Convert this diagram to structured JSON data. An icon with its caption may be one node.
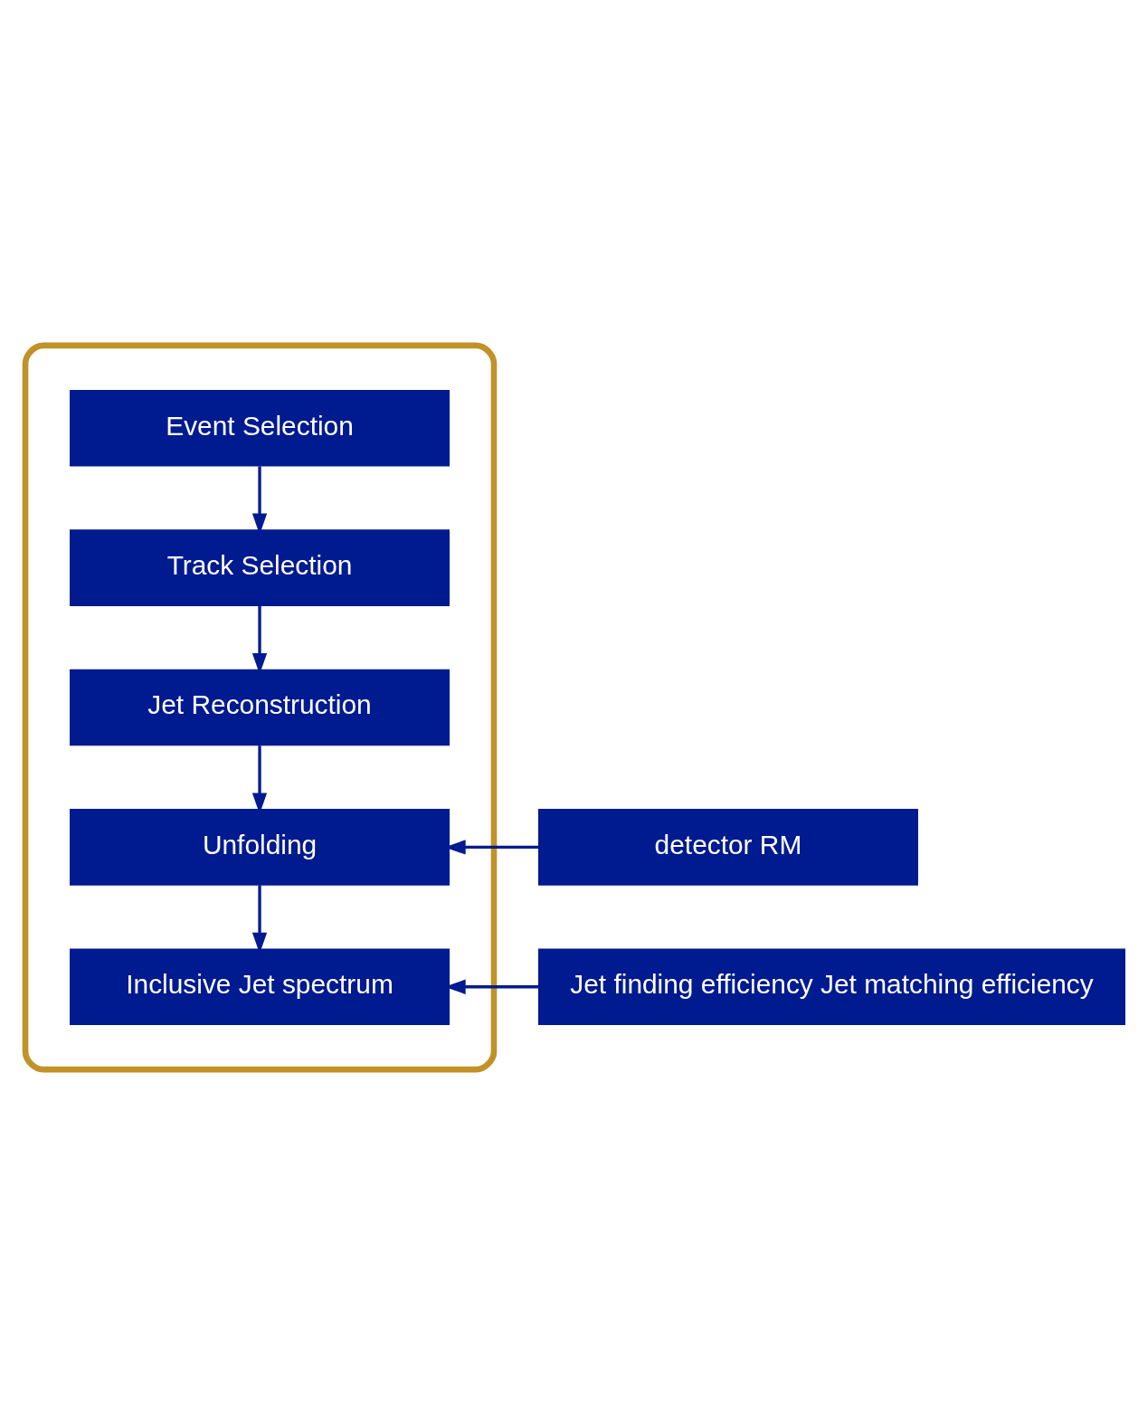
{
  "diagram": {
    "nodes": [
      {
        "text": [],
        "shape": "box"
      },
      {
        "text": [
          "Event Selection"
        ],
        "in": 0
      },
      {
        "text": [
          "Track Selection"
        ],
        "in": 0
      },
      {
        "text": [
          "Jet Reconstruction"
        ],
        "in": 0
      },
      {
        "text": [
          "Unfolding"
        ],
        "in": 0
      },
      {
        "text": [
          "Inclusive Jet spectrum"
        ],
        "in": 0
      },
      {
        "text": [
          "detector RM"
        ]
      },
      {
        "text": [
          "Jet finding efficiency Jet matching efficiency"
        ]
      }
    ],
    "edges": [
      {
        "from": 1,
        "to": 2,
        "arrow": "to"
      },
      {
        "from": 2,
        "to": 3,
        "arrow": "to"
      },
      {
        "from": 3,
        "to": 4,
        "arrow": "to"
      },
      {
        "from": 4,
        "to": 5,
        "arrow": "to"
      },
      {
        "from": 6,
        "to": 4,
        "arrow": "to"
      },
      {
        "from": 7,
        "to": 5,
        "arrow": "to"
      }
    ]
  }
}
